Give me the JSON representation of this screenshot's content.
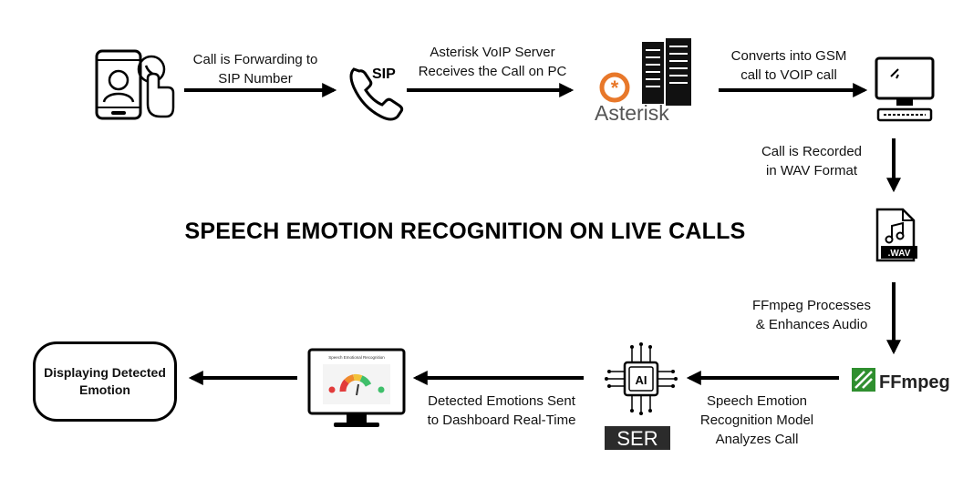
{
  "title": "SPEECH EMOTION RECOGNITION ON LIVE CALLS",
  "steps": {
    "forward": [
      "Call is Forwarding to",
      "SIP Number"
    ],
    "asterisk_receives": [
      "Asterisk VoIP Server",
      "Receives the Call on PC"
    ],
    "converts": [
      "Converts into GSM",
      "call to VOIP call"
    ],
    "recorded": [
      "Call is Recorded",
      "in WAV Format"
    ],
    "ffmpeg_processes": [
      "FFmpeg Processes",
      "& Enhances Audio"
    ],
    "ser_analyzes": [
      "Speech Emotion",
      "Recognition Model",
      "Analyzes Call"
    ],
    "sent_dashboard": [
      "Detected Emotions Sent",
      "to Dashboard Real-Time"
    ]
  },
  "end_node": [
    "Displaying Detected",
    "Emotion"
  ],
  "icons": {
    "sip": "SIP",
    "asterisk": "Asterisk",
    "wav": ".WAV",
    "ffmpeg": "FFmpeg",
    "ai": "AI",
    "ser": "SER",
    "dashboard_title": "Speech Emotional Recognition"
  },
  "colors": {
    "asterisk_orange": "#e8782a",
    "ffmpeg_green": "#2f8f2f",
    "gauge": [
      "#e23b3b",
      "#f08a2c",
      "#f2c23a",
      "#3fbf6a",
      "#2aa6a0"
    ]
  }
}
